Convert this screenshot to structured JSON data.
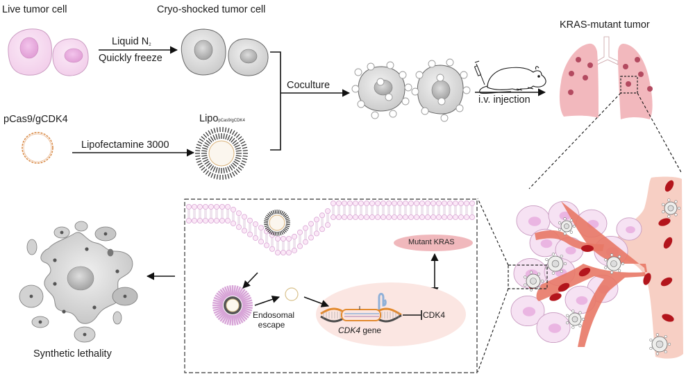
{
  "title": "Cryo-shocked tumor cell delivery of CRISPR-Cas9 targeting CDK4 for synthetic lethality in KRAS-mutant tumor",
  "colors": {
    "live_cell_fill": "#f6d9f0",
    "live_cell_stroke": "#c99ac0",
    "live_nucleus": "#e9a8dc",
    "cryo_cell_fill": "#dcdcdc",
    "cryo_cell_stroke": "#666666",
    "cryo_nucleus": "#b4b4b4",
    "plasmid": "#d98c4a",
    "lung": "#f2b8bd",
    "lung_tumor": "#b34a60",
    "vessel": "#f7cfc4",
    "capillary": "#e87866",
    "rbc": "#b3151c",
    "membrane": "#e8b6e0",
    "kras_ellipse": "#f0b8bc",
    "nucleus_region": "#fbe6e2",
    "dna_orange": "#e38a2e",
    "dna_dark": "#4a4a4a",
    "dashed": "#333333"
  },
  "panels": {
    "live_tumor_cell": {
      "label": "Live tumor cell"
    },
    "cryo_shocked_cell": {
      "label": "Cryo-shocked tumor cell"
    },
    "freeze_step": {
      "label_top": "Liquid  N",
      "label_top_sub": "2",
      "label_bottom": "Quickly freeze"
    },
    "plasmid": {
      "label": "pCas9/gCDK4"
    },
    "lipofection_step": {
      "label": "Lipofectamine 3000"
    },
    "lipo_complex": {
      "label": "Lipo",
      "label_sub": "pCas9/gCDK4"
    },
    "coculture_step": {
      "label": "Coculture"
    },
    "injection_step": {
      "label": "i.v. injection"
    },
    "tumor_model": {
      "label": "KRAS-mutant tumor"
    },
    "mechanism": {
      "mutant_kras": "Mutant KRAS",
      "endosomal_escape_line1": "Endosomal",
      "endosomal_escape_line2": "escape",
      "gene_label_italic": "CDK4",
      "gene_label_rest": " gene",
      "cdk4_protein": "CDK4"
    },
    "outcome": {
      "label": "Synthetic lethality"
    }
  }
}
